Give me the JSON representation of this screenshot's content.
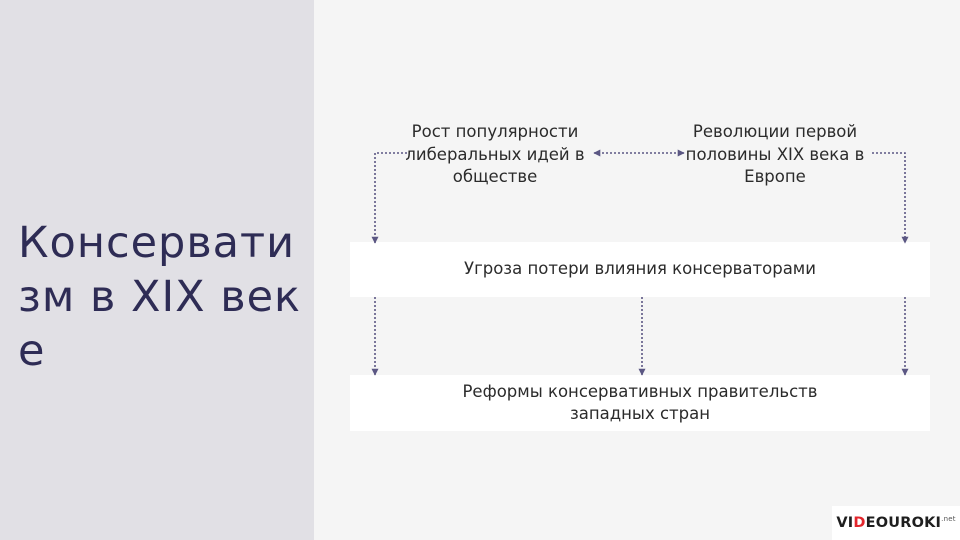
{
  "title": "Консерватизм в XIX веке",
  "sources": {
    "left": "Рост популярности либеральных идей в обществе",
    "right": "Революции первой половины XIX века в Европе"
  },
  "boxes": {
    "threat": "Угроза потери влияния консерваторами",
    "reforms": "Реформы консервативных правительств западных стран"
  },
  "logo": {
    "prefix": "VI",
    "accent": "D",
    "rest": "EOUROKI",
    "suffix": ".net"
  },
  "colors": {
    "arrow": "#5b5783",
    "title": "#2e2c55",
    "panel": "#e1e0e5"
  }
}
